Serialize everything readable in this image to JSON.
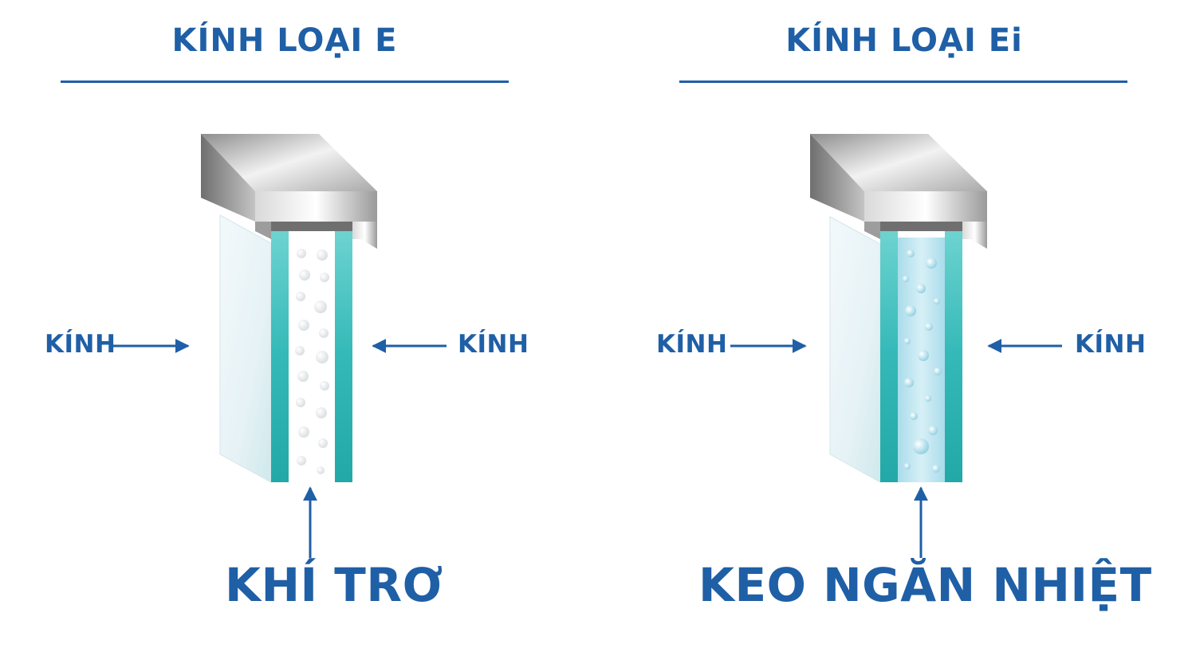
{
  "panels": [
    {
      "title": "KÍNH LOẠI E",
      "left_label": "KÍNH",
      "right_label": "KÍNH",
      "core_label": "KHÍ TRƠ",
      "core_type": "inert-gas"
    },
    {
      "title": "KÍNH LOẠI Ei",
      "left_label": "KÍNH",
      "right_label": "KÍNH",
      "core_label": "KEO NGĂN NHIỆT",
      "core_type": "heat-insulating-gel"
    }
  ],
  "colors": {
    "text": "#1f5fa6",
    "glass_edge": "#3fc1c0",
    "frame": "#b8b8b8",
    "gel": "#bfe6f1"
  }
}
